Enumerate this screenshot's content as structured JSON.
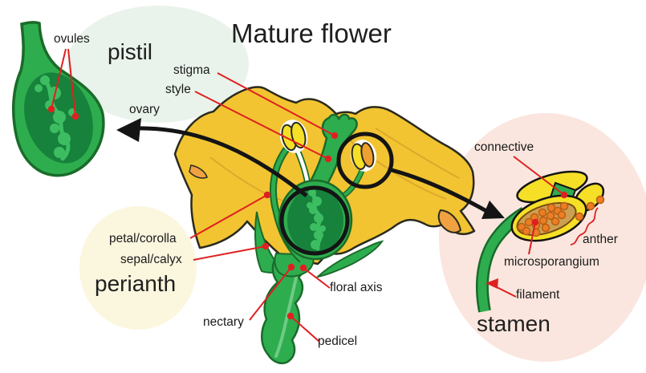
{
  "title": "Mature flower",
  "groups": {
    "pistil": {
      "label": "pistil"
    },
    "perianth": {
      "label": "perianth"
    },
    "stamen": {
      "label": "stamen"
    }
  },
  "labels": {
    "ovules": "ovules",
    "stigma": "stigma",
    "style": "style",
    "ovary": "ovary",
    "petal_corolla": "petal/corolla",
    "sepal_calyx": "sepal/calyx",
    "nectary": "nectary",
    "floral_axis": "floral axis",
    "pedicel": "pedicel",
    "connective": "connective",
    "anther": "anther",
    "microsporangium": "microsporangium",
    "filament": "filament"
  },
  "colors": {
    "petal_yellow": "#F2C431",
    "petal_shade_orange": "#F0A243",
    "green_mid": "#2EAD4F",
    "green_dark": "#17823B",
    "green_light": "#3DBD62",
    "green_outline": "#1A6B2A",
    "anther_yellow": "#F5E027",
    "anther_orange": "#F0A030",
    "pollen_orange": "#ED7D24",
    "microsporangium_interior_tan": "#CD9F51",
    "leader_red": "#E02020",
    "bg_pistil_group": "#E9F3EB",
    "bg_perianth_group": "#FBF6DE",
    "bg_stamen_group": "#FAE6DE",
    "outline_black": "#141414",
    "text": "#1A1A1A"
  }
}
